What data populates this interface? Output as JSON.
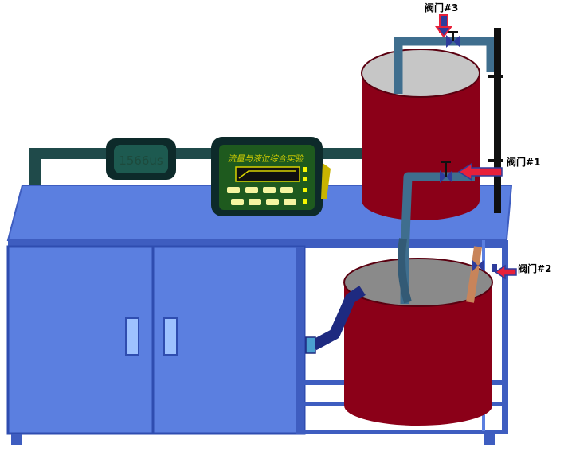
{
  "labels": {
    "valve3": "阀门#3",
    "valve1": "阀门#1",
    "valve2": "阀门#2"
  },
  "flowmeter": {
    "display": "1566us"
  },
  "controller": {
    "title": "流量与液位综合实验"
  },
  "colors": {
    "bench": "#5b7fe0",
    "bench_dark": "#3e5dc0",
    "tank": "#8b0018",
    "tank_rim": "#5a0010",
    "pipe_dark": "#1f4a4a",
    "pipe_blue": "#3f6e8e",
    "arrow_red": "#e8203a",
    "valve_blue": "#2e3c9c"
  }
}
